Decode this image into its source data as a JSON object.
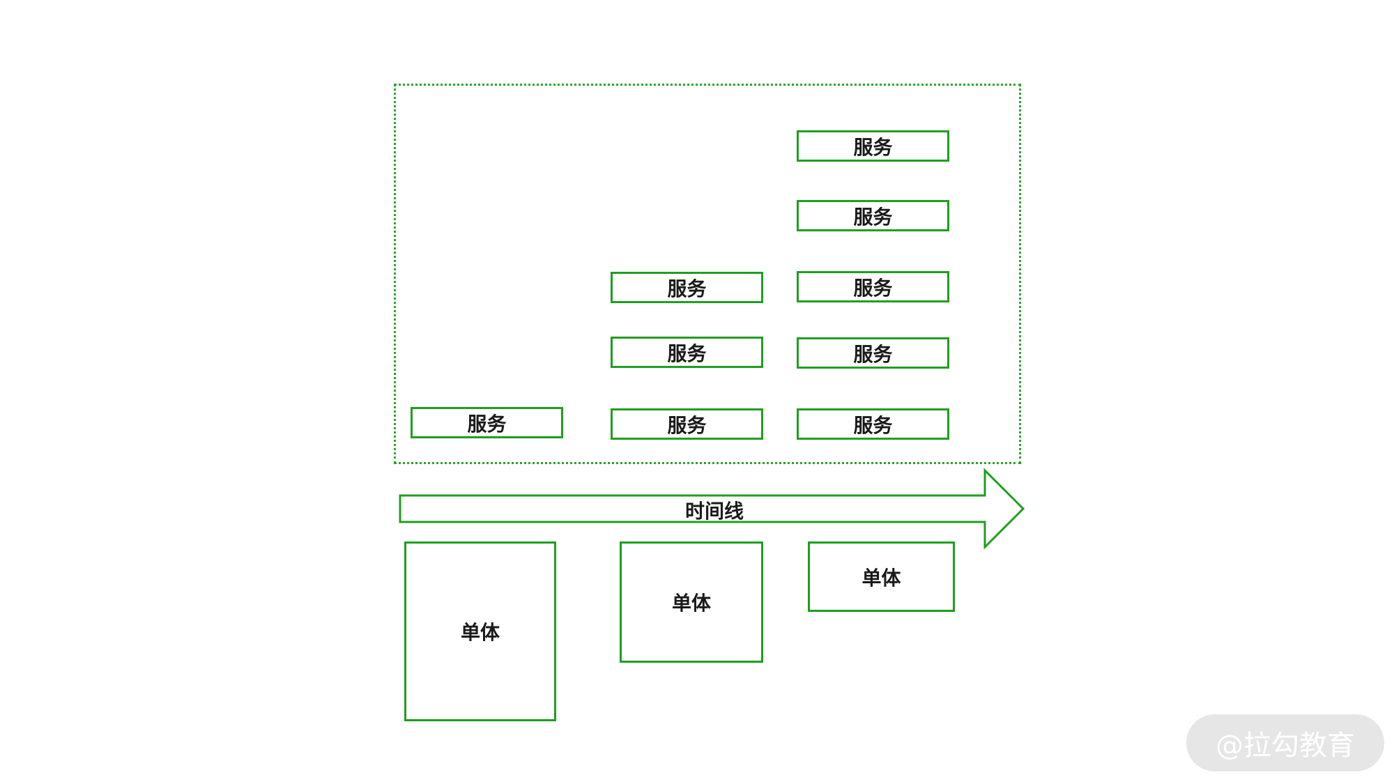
{
  "diagram": {
    "service_label": "服务",
    "timeline_label": "时间线",
    "monolith_label": "单体",
    "watermark_text": "@拉勾教育",
    "colors": {
      "stroke": "#1f9e1f",
      "frame": "#2aa52a",
      "text": "#1a1a1a",
      "watermark_bg": "#e6e6e6"
    }
  }
}
